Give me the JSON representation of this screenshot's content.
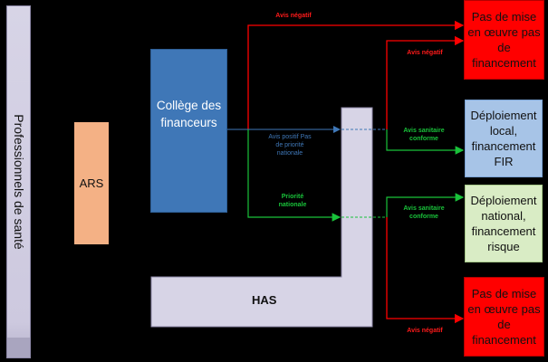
{
  "left_bar": {
    "label": "Professionnels de santé"
  },
  "ars": {
    "label": "ARS"
  },
  "college": {
    "label": "Collège des financeurs"
  },
  "has": {
    "label": "HAS"
  },
  "labels": {
    "avis_negatif_top": "Avis négatif",
    "avis_negatif_upper": "Avis négatif",
    "avis_positif": "Avis positif Pas de priorité nationale",
    "avis_sanitaire_1": "Avis sanitaire conforme",
    "priorite": "Priorité nationale",
    "avis_sanitaire_2": "Avis sanitaire conforme",
    "avis_negatif_bottom": "Avis négatif"
  },
  "outcomes": {
    "out1": "Pas de mise en œuvre pas de financement",
    "out2": "Déploiement local, financement FIR",
    "out3": "Déploiement national, financement risque",
    "out4": "Pas de mise en œuvre pas de financement"
  },
  "colors": {
    "red": "#ff0000",
    "green": "#19c23a",
    "blue": "#3f77b7",
    "lavender": "#d7d4e6",
    "orange": "#f4b185"
  }
}
